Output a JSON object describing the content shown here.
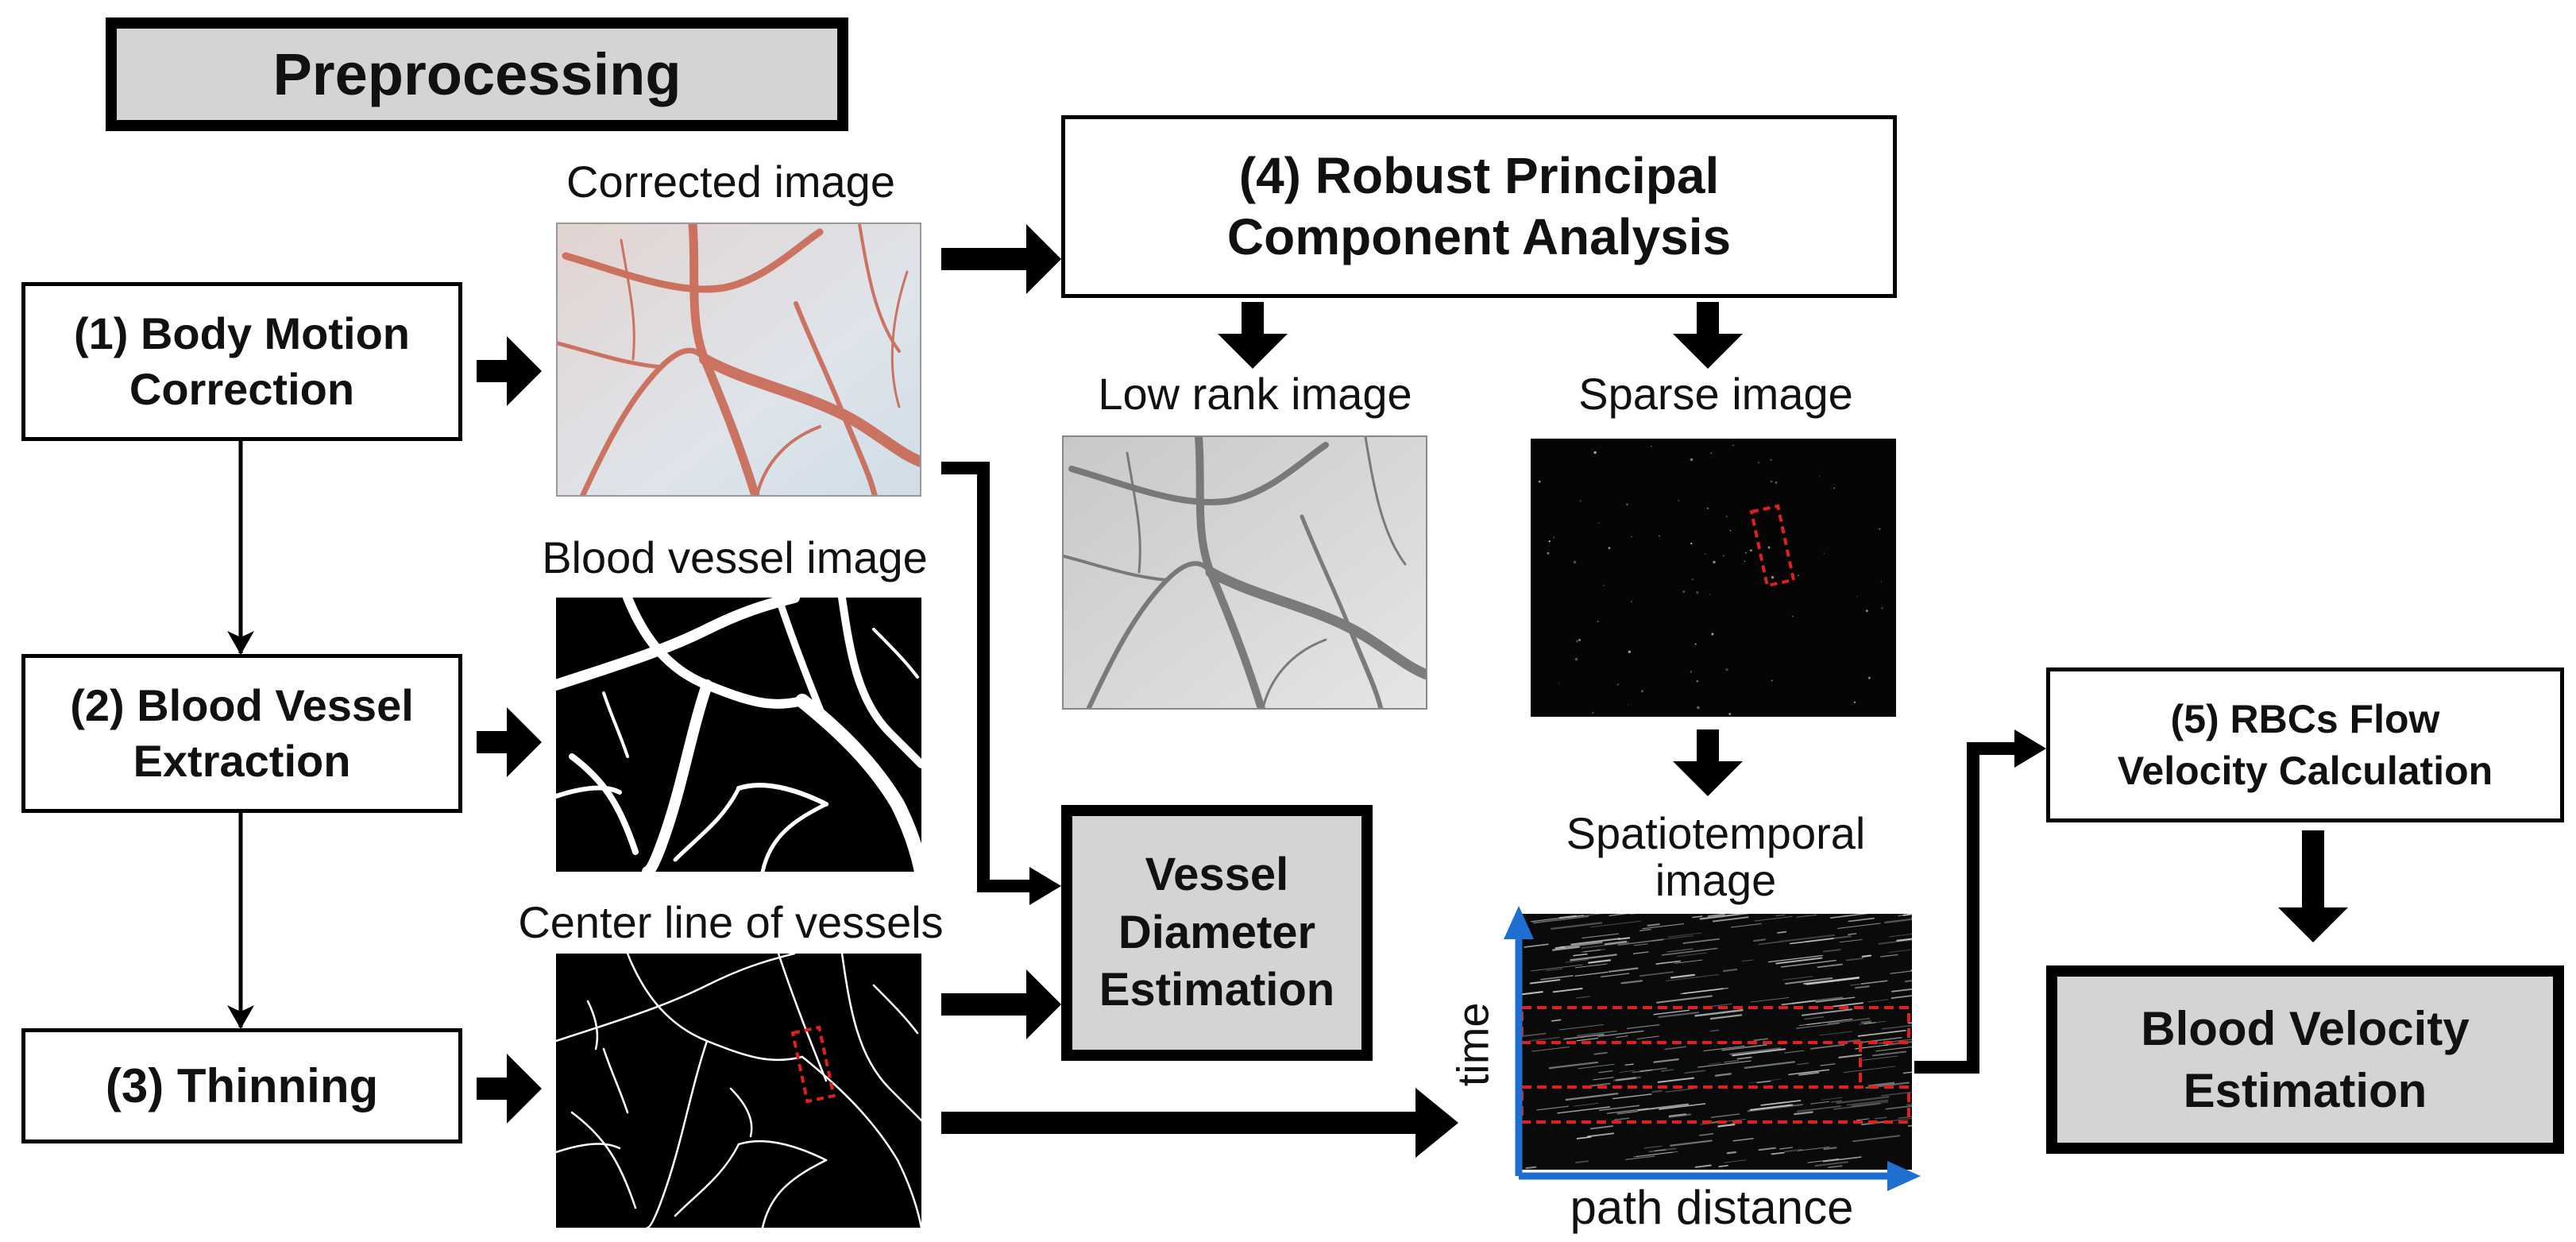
{
  "diagram": {
    "header": "Preprocessing",
    "steps": {
      "body_motion": "(1) Body Motion\nCorrection",
      "vessel_extraction": "(2) Blood Vessel\nExtraction",
      "thinning": "(3) Thinning",
      "rpca": "(4) Robust Principal\nComponent Analysis",
      "rbc_flow": "(5) RBCs Flow\nVelocity Calculation"
    },
    "outputs": {
      "diameter": "Vessel\nDiameter\nEstimation",
      "velocity": "Blood Velocity\nEstimation"
    },
    "image_labels": {
      "corrected": "Corrected image",
      "blood_vessel": "Blood vessel image",
      "center_line": "Center line of vessels",
      "low_rank": "Low rank image",
      "sparse": "Sparse image",
      "spatiotemporal": "Spatiotemporal\nimage"
    },
    "axes": {
      "time": "time",
      "path": "path distance"
    },
    "colors": {
      "gray_box": "#d4d4d4",
      "axis_blue": "#1f6fd1",
      "roi_red": "#e0201c",
      "vessel_red": "#c8604a"
    }
  }
}
